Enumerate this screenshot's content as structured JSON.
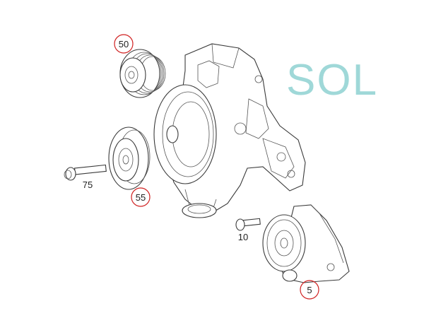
{
  "logo": {
    "text": "SOL",
    "color": "#9fd8d8"
  },
  "callouts": [
    {
      "id": "50",
      "label": "50",
      "circled": true
    },
    {
      "id": "55",
      "label": "55",
      "circled": true
    },
    {
      "id": "75",
      "label": "75",
      "circled": false
    },
    {
      "id": "10",
      "label": "10",
      "circled": false
    },
    {
      "id": "5",
      "label": "5",
      "circled": true
    }
  ],
  "colors": {
    "circle": "#d02020",
    "line": "#3a3a3a",
    "logo": "#9fd8d8"
  }
}
